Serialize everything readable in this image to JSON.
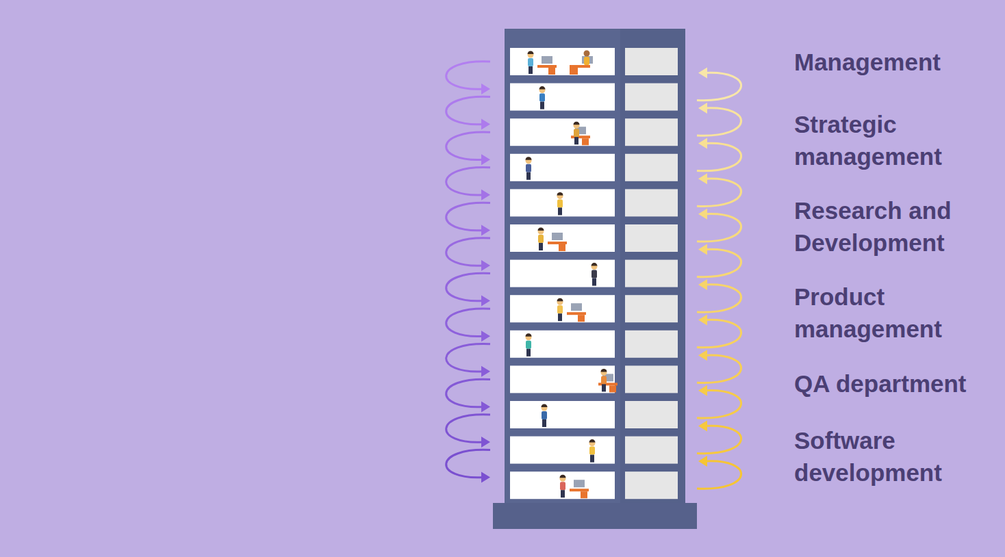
{
  "diagram": {
    "labels": [
      "Management",
      "Strategic management",
      "Research and Development",
      "Product management",
      "QA department",
      "Software development"
    ]
  }
}
